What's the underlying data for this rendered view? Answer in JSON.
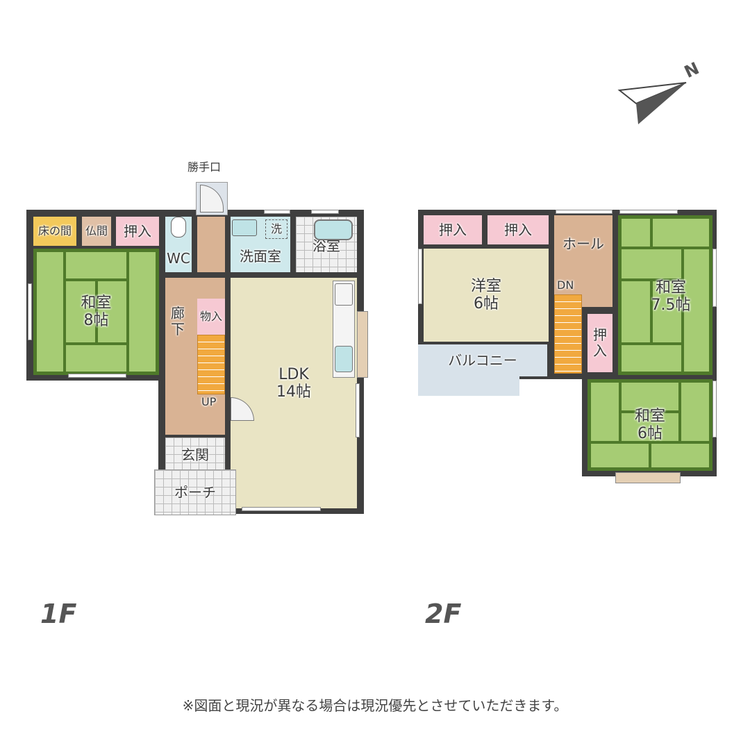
{
  "compass": {
    "label": "N",
    "icon": "north-arrow-icon"
  },
  "floor1": {
    "label": "1F",
    "rooms": {
      "tokonoma": "床の間",
      "butsuma": "仏間",
      "oshiire": "押入",
      "washitsu": "和室\n8帖",
      "wc": "WC",
      "katteguchi": "勝手口",
      "senmenjo": "洗面室",
      "sentaku": "洗",
      "yokushitsu": "浴室",
      "rouka": "廊\n下",
      "monoire": "物入",
      "up": "UP",
      "ldk": "LDK\n14帖",
      "genkan": "玄関",
      "porch": "ポーチ"
    }
  },
  "floor2": {
    "label": "2F",
    "rooms": {
      "oshiire_a": "押入",
      "oshiire_b": "押入",
      "youshitsu": "洋室\n6帖",
      "hall": "ホール",
      "dn": "DN",
      "oshiire_c": "押\n入",
      "washitsu75": "和室\n7.5帖",
      "washitsu6": "和室\n6帖",
      "balcony": "バルコニー"
    }
  },
  "footnote": "※図面と現況が異なる場合は現況優先とさせていただきます。",
  "colors": {
    "wall": "#3f3f3f",
    "tatami": "#9bc46a",
    "tatami_border": "#4f7a2a",
    "oshiire": "#f6c9d3",
    "wood_floor": "#d9b394",
    "ldk": "#e9e4c4",
    "wet_area": "#cfe9ec",
    "tokonoma": "#f3c95b",
    "stairs": "#f1a93f",
    "balcony": "#d8e2ea"
  }
}
